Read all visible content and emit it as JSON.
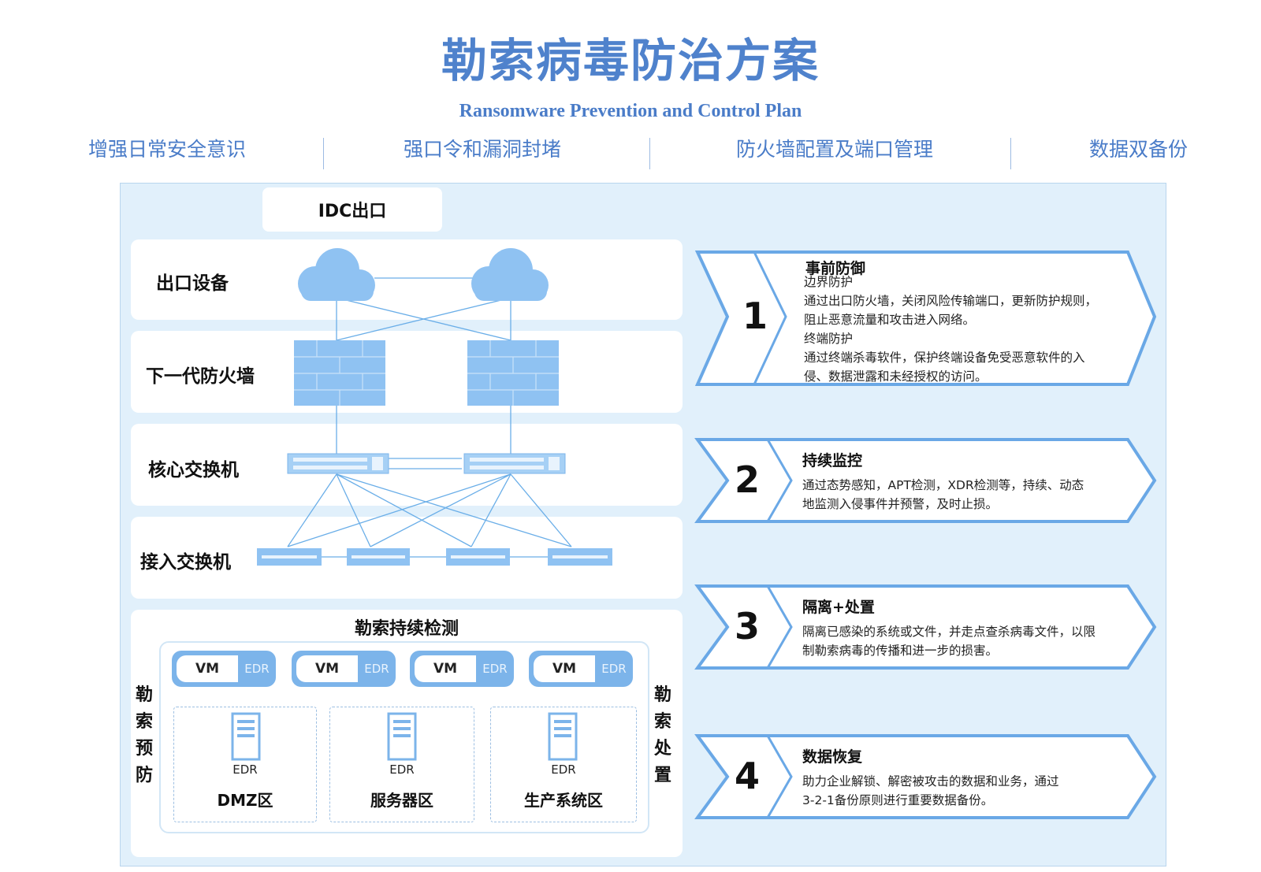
{
  "header": {
    "title": "勒索病毒防治方案",
    "subtitle": "Ransomware Prevention and Control Plan"
  },
  "strategies": [
    "增强日常安全意识",
    "强口令和漏洞封堵",
    "防火墙配置及端口管理",
    "数据双备份"
  ],
  "network": {
    "idc_label": "IDC出口",
    "layers": [
      "出口设备",
      "下一代防火墙",
      "核心交换机",
      "接入交换机"
    ]
  },
  "detection": {
    "title": "勒索持续检测",
    "left_label": "勒索预防",
    "right_label": "勒索处置",
    "vm_label": "VM",
    "vm_edr_label": "EDR",
    "zones": [
      {
        "edr": "EDR",
        "name": "DMZ区"
      },
      {
        "edr": "EDR",
        "name": "服务器区"
      },
      {
        "edr": "EDR",
        "name": "生产系统区"
      }
    ]
  },
  "steps": [
    {
      "number": "1",
      "title": "事前防御",
      "lines": [
        "边界防护",
        "通过出口防火墙，关闭风险传输端口，更新防护规则，",
        "阻止恶意流量和攻击进入网络。",
        "终端防护",
        "通过终端杀毒软件，保护终端设备免受恶意软件的入",
        "侵、数据泄露和未经授权的访问。"
      ]
    },
    {
      "number": "2",
      "title": "持续监控",
      "lines": [
        "通过态势感知，APT检测，XDR检测等，持续、动态",
        "地监测入侵事件并预警，及时止损。"
      ]
    },
    {
      "number": "3",
      "title": "隔离+处置",
      "lines": [
        "隔离已感染的系统或文件，并走点查杀病毒文件，以限",
        "制勒索病毒的传播和进一步的损害。"
      ]
    },
    {
      "number": "4",
      "title": "数据恢复",
      "lines": [
        "助力企业解锁、解密被攻击的数据和业务，通过",
        "3-2-1备份原则进行重要数据备份。"
      ]
    }
  ],
  "colors": {
    "accent": "#4f82cc",
    "device_fill": "#8fc2f2",
    "frame_bg": "#e1f0fb",
    "chevron_stroke": "#6aa8e6"
  }
}
